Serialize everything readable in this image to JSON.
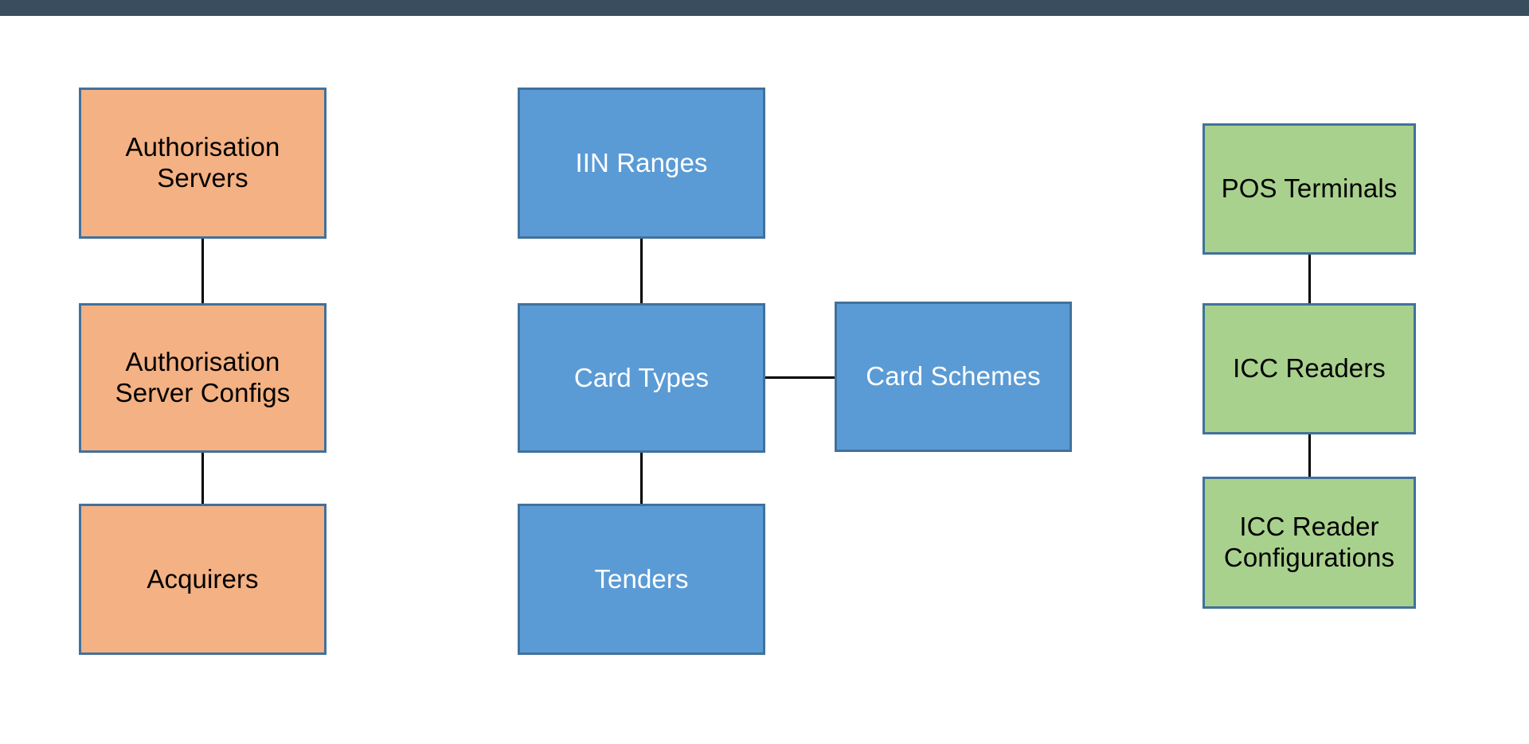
{
  "page": {
    "background_color": "#FFFFFF",
    "top_bar_color": "#3A4D5F"
  },
  "palette": {
    "orange_fill": "#F4B183",
    "blue_fill": "#5B9BD5",
    "green_fill": "#A9D18E",
    "border": "#41719C",
    "connector": "#000000",
    "dark_text": "#000000",
    "light_text": "#FFFFFF"
  },
  "diagram": {
    "groups": [
      {
        "name": "authorisation-group",
        "color": "#F4B183",
        "nodes": [
          {
            "id": "authorisation-servers",
            "label": "Authorisation\nServers"
          },
          {
            "id": "authorisation-server-configs",
            "label": "Authorisation\nServer Configs"
          },
          {
            "id": "acquirers",
            "label": "Acquirers"
          }
        ]
      },
      {
        "name": "card-group",
        "color": "#5B9BD5",
        "nodes": [
          {
            "id": "iin-ranges",
            "label": "IIN Ranges"
          },
          {
            "id": "card-types",
            "label": "Card Types"
          },
          {
            "id": "card-schemes",
            "label": "Card Schemes"
          },
          {
            "id": "tenders",
            "label": "Tenders"
          }
        ]
      },
      {
        "name": "terminal-group",
        "color": "#A9D18E",
        "nodes": [
          {
            "id": "pos-terminals",
            "label": "POS Terminals"
          },
          {
            "id": "icc-readers",
            "label": "ICC Readers"
          },
          {
            "id": "icc-reader-configurations",
            "label": "ICC Reader\nConfigurations"
          }
        ]
      }
    ],
    "connections": [
      {
        "from": "authorisation-servers",
        "to": "authorisation-server-configs",
        "orientation": "vertical"
      },
      {
        "from": "authorisation-server-configs",
        "to": "acquirers",
        "orientation": "vertical"
      },
      {
        "from": "iin-ranges",
        "to": "card-types",
        "orientation": "vertical"
      },
      {
        "from": "card-types",
        "to": "card-schemes",
        "orientation": "horizontal"
      },
      {
        "from": "card-types",
        "to": "tenders",
        "orientation": "vertical"
      },
      {
        "from": "pos-terminals",
        "to": "icc-readers",
        "orientation": "vertical"
      },
      {
        "from": "icc-readers",
        "to": "icc-reader-configurations",
        "orientation": "vertical"
      }
    ]
  }
}
